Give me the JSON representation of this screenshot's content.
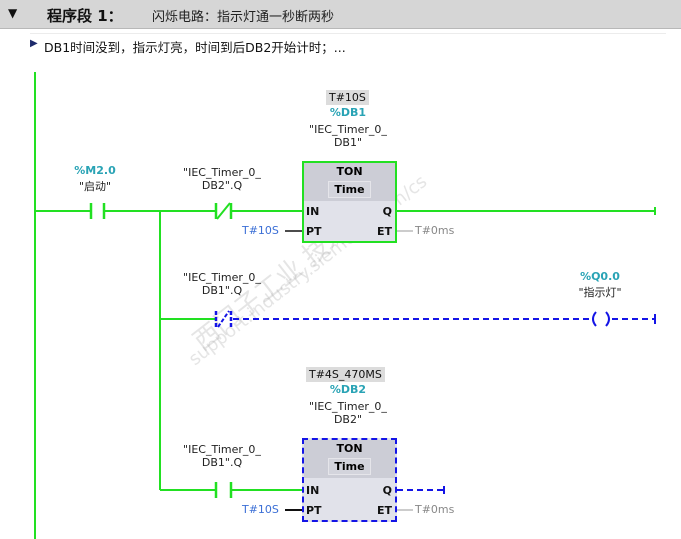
{
  "network": {
    "title": "程序段 1：",
    "description": "闪烁电路：指示灯通一秒断两秒",
    "comment": "DB1时间没到，指示灯亮，时间到后DB2开始计时；..."
  },
  "rung1": {
    "contact1": {
      "address": "%M2.0",
      "symbol": "\"启动\""
    },
    "contact2": {
      "symbol_line1": "\"IEC_Timer_0_",
      "symbol_line2": "DB2\".Q"
    },
    "timer": {
      "preset_display": "T#10S",
      "instance_db": "%DB1",
      "instance_line1": "\"IEC_Timer_0_",
      "instance_line2": "DB1\"",
      "type": "TON",
      "unit": "Time",
      "pin_in": "IN",
      "pin_q": "Q",
      "pin_pt": "PT",
      "pin_et": "ET",
      "pt_value": "T#10S",
      "et_value": "T#0ms"
    }
  },
  "rung2": {
    "contact": {
      "symbol_line1": "\"IEC_Timer_0_",
      "symbol_line2": "DB1\".Q"
    },
    "coil": {
      "address": "%Q0.0",
      "symbol": "\"指示灯\""
    }
  },
  "rung3": {
    "contact": {
      "symbol_line1": "\"IEC_Timer_0_",
      "symbol_line2": "DB1\".Q"
    },
    "timer": {
      "preset_display": "T#4S_470MS",
      "instance_db": "%DB2",
      "instance_line1": "\"IEC_Timer_0_",
      "instance_line2": "DB2\"",
      "type": "TON",
      "unit": "Time",
      "pin_in": "IN",
      "pin_q": "Q",
      "pin_pt": "PT",
      "pin_et": "ET",
      "pt_value": "T#10S",
      "et_value": "T#0ms"
    }
  },
  "watermark": {
    "line1": "西门子工业 技术论坛",
    "line2": "support.industry.siemens.com/cs"
  },
  "colors": {
    "powered": "#22e022",
    "unpowered": "#1414e6",
    "address": "#29a3b5"
  }
}
